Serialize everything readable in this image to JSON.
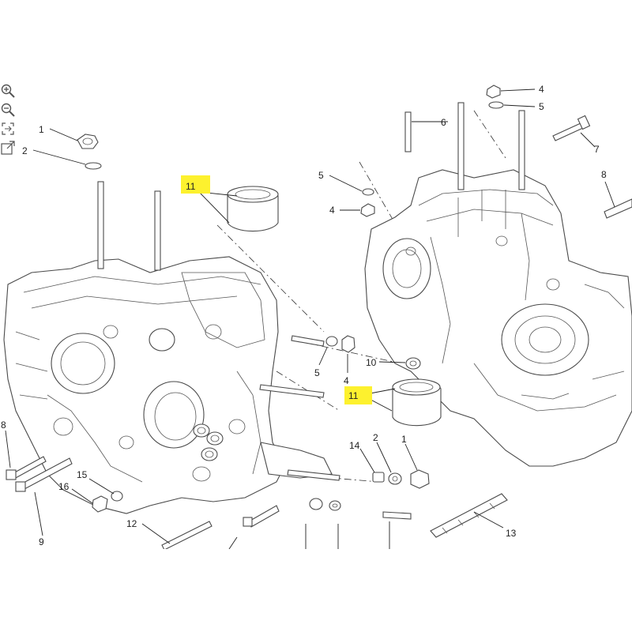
{
  "toolbar": {
    "zoom_in_icon": "zoom-in-icon",
    "zoom_out_icon": "zoom-out-icon",
    "fit_icon": "fit-to-screen-icon",
    "open_icon": "open-external-icon"
  },
  "colors": {
    "highlight": "#fdf12e",
    "line": "#333333",
    "background": "#ffffff"
  },
  "callouts": {
    "c1a": "1",
    "c2a": "2",
    "c11a": "11",
    "c6": "6",
    "c4a": "4",
    "c5a": "5",
    "c7": "7",
    "c5b": "5",
    "c4b": "4",
    "c8a": "8",
    "c5c": "5",
    "c4c": "4",
    "c10": "10",
    "c11b": "11",
    "c8b": "8",
    "c9": "9",
    "c15": "15",
    "c16": "16",
    "c12": "12",
    "c14": "14",
    "c2b": "2",
    "c1b": "1",
    "c13": "13"
  }
}
